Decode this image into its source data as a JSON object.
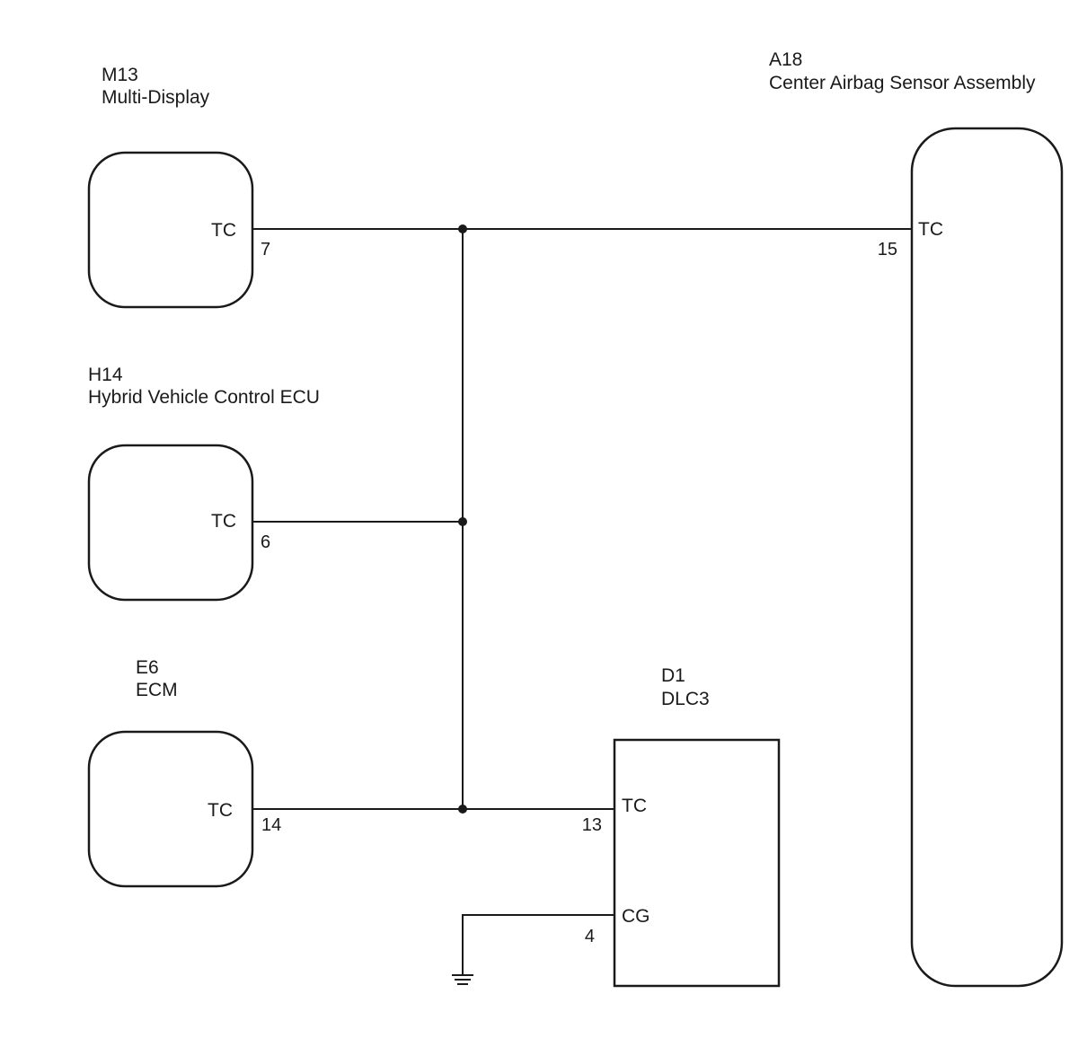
{
  "components": {
    "m13": {
      "code": "M13",
      "name": "Multi-Display",
      "pin_name": "TC",
      "pin_number": "7"
    },
    "h14": {
      "code": "H14",
      "name": "Hybrid Vehicle Control ECU",
      "pin_name": "TC",
      "pin_number": "6"
    },
    "e6": {
      "code": "E6",
      "name": "ECM",
      "pin_name": "TC",
      "pin_number": "14"
    },
    "d1": {
      "code": "D1",
      "name": "DLC3",
      "pins": [
        {
          "name": "TC",
          "number": "13"
        },
        {
          "name": "CG",
          "number": "4"
        }
      ]
    },
    "a18": {
      "code": "A18",
      "name": "Center Airbag Sensor Assembly",
      "pin_name": "TC",
      "pin_number": "15"
    }
  },
  "ground": {
    "icon": "ground-icon"
  }
}
